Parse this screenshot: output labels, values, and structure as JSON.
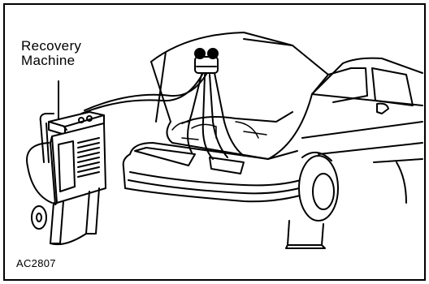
{
  "figure": {
    "label_line1": "Recovery",
    "label_line2": "Machine",
    "reference_code": "AC2807"
  },
  "colors": {
    "ink": "#000000",
    "paper": "#ffffff"
  }
}
